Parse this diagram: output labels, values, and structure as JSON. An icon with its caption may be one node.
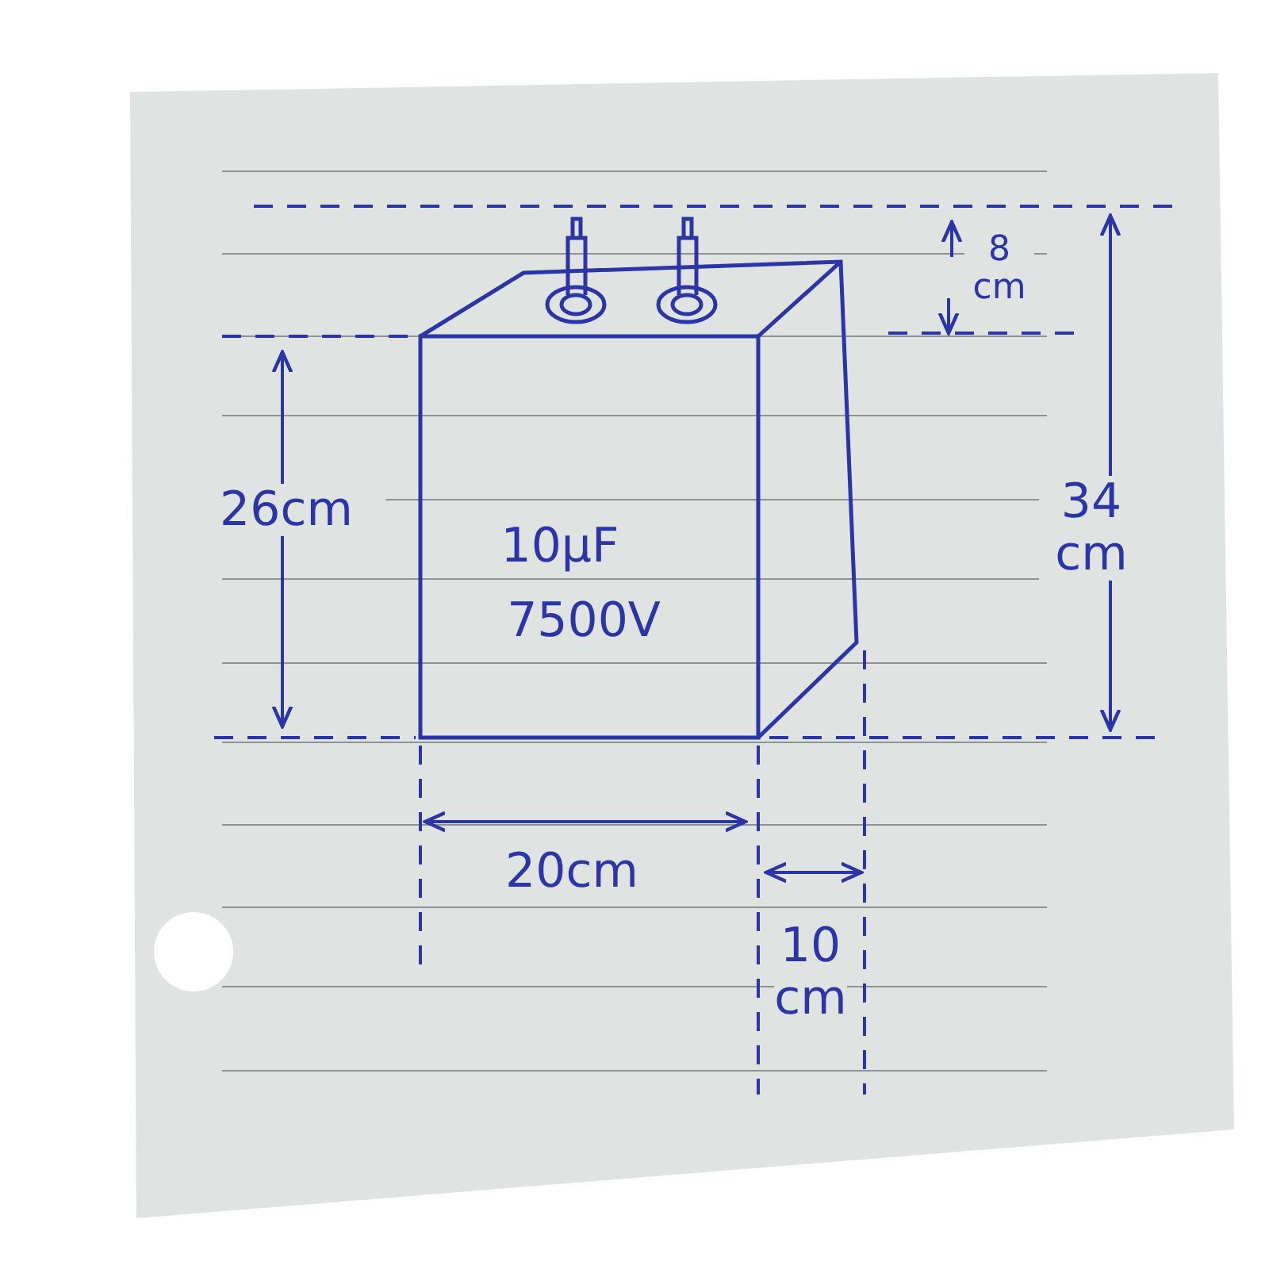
{
  "diagram": {
    "labels": [
      "10µF",
      "7500V",
      "26cm",
      "20cm",
      "10 cm",
      "8 cm",
      "34 cm"
    ]
  }
}
